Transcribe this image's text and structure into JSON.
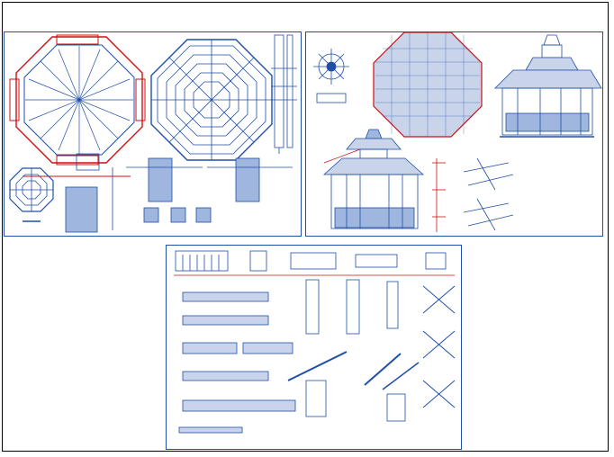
{
  "colors": {
    "line": "#1f4fa8",
    "dim": "#cc1111",
    "background": "#ffffff",
    "frame": "#000000"
  },
  "sheets": [
    {
      "id": "sheet-plans",
      "contents": [
        "gazebo-octagon-plan",
        "roof-framing-plan",
        "small-roof-plan",
        "section-column",
        "foundation-details",
        "footing-details"
      ]
    },
    {
      "id": "sheet-elevations",
      "contents": [
        "column-base-plan",
        "floor-plan-hatched",
        "gazebo-elevation",
        "gazebo-front-elevation",
        "dimension-column",
        "connection-details"
      ]
    },
    {
      "id": "sheet-details",
      "contents": [
        "railing-elevations",
        "beam-sections",
        "roof-connection-details",
        "bracket-details"
      ]
    }
  ]
}
